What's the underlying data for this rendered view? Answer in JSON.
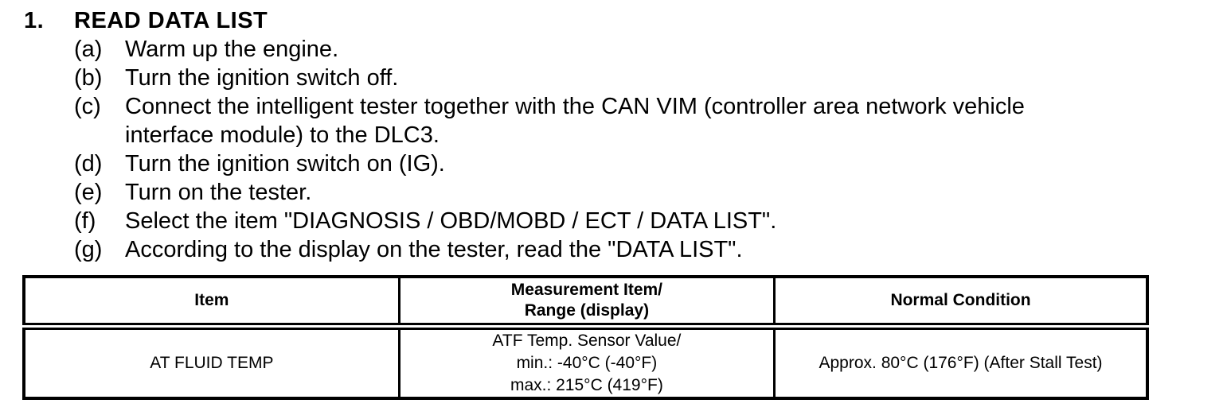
{
  "procedure": {
    "number": "1.",
    "title": "READ DATA LIST",
    "steps": [
      {
        "label": "(a)",
        "text": "Warm up the engine."
      },
      {
        "label": "(b)",
        "text": "Turn the ignition switch off."
      },
      {
        "label": "(c)",
        "text": "Connect the intelligent tester together with the CAN VIM (controller area network vehicle interface module) to the DLC3."
      },
      {
        "label": "(d)",
        "text": "Turn the ignition switch on (IG)."
      },
      {
        "label": "(e)",
        "text": "Turn on the tester."
      },
      {
        "label": "(f)",
        "text": "Select the item \"DIAGNOSIS / OBD/MOBD / ECT / DATA LIST\"."
      },
      {
        "label": "(g)",
        "text": "According to the display on the tester, read the \"DATA LIST\"."
      }
    ]
  },
  "table": {
    "headers": {
      "item": "Item",
      "measurement": [
        "Measurement Item/",
        "Range (display)"
      ],
      "normal": "Normal Condition"
    },
    "rows": [
      {
        "item": "AT FLUID TEMP",
        "measurement": [
          "ATF Temp. Sensor Value/",
          "min.: -40°C (-40°F)",
          "max.: 215°C (419°F)"
        ],
        "normal": "Approx. 80°C (176°F) (After Stall Test)"
      }
    ]
  }
}
